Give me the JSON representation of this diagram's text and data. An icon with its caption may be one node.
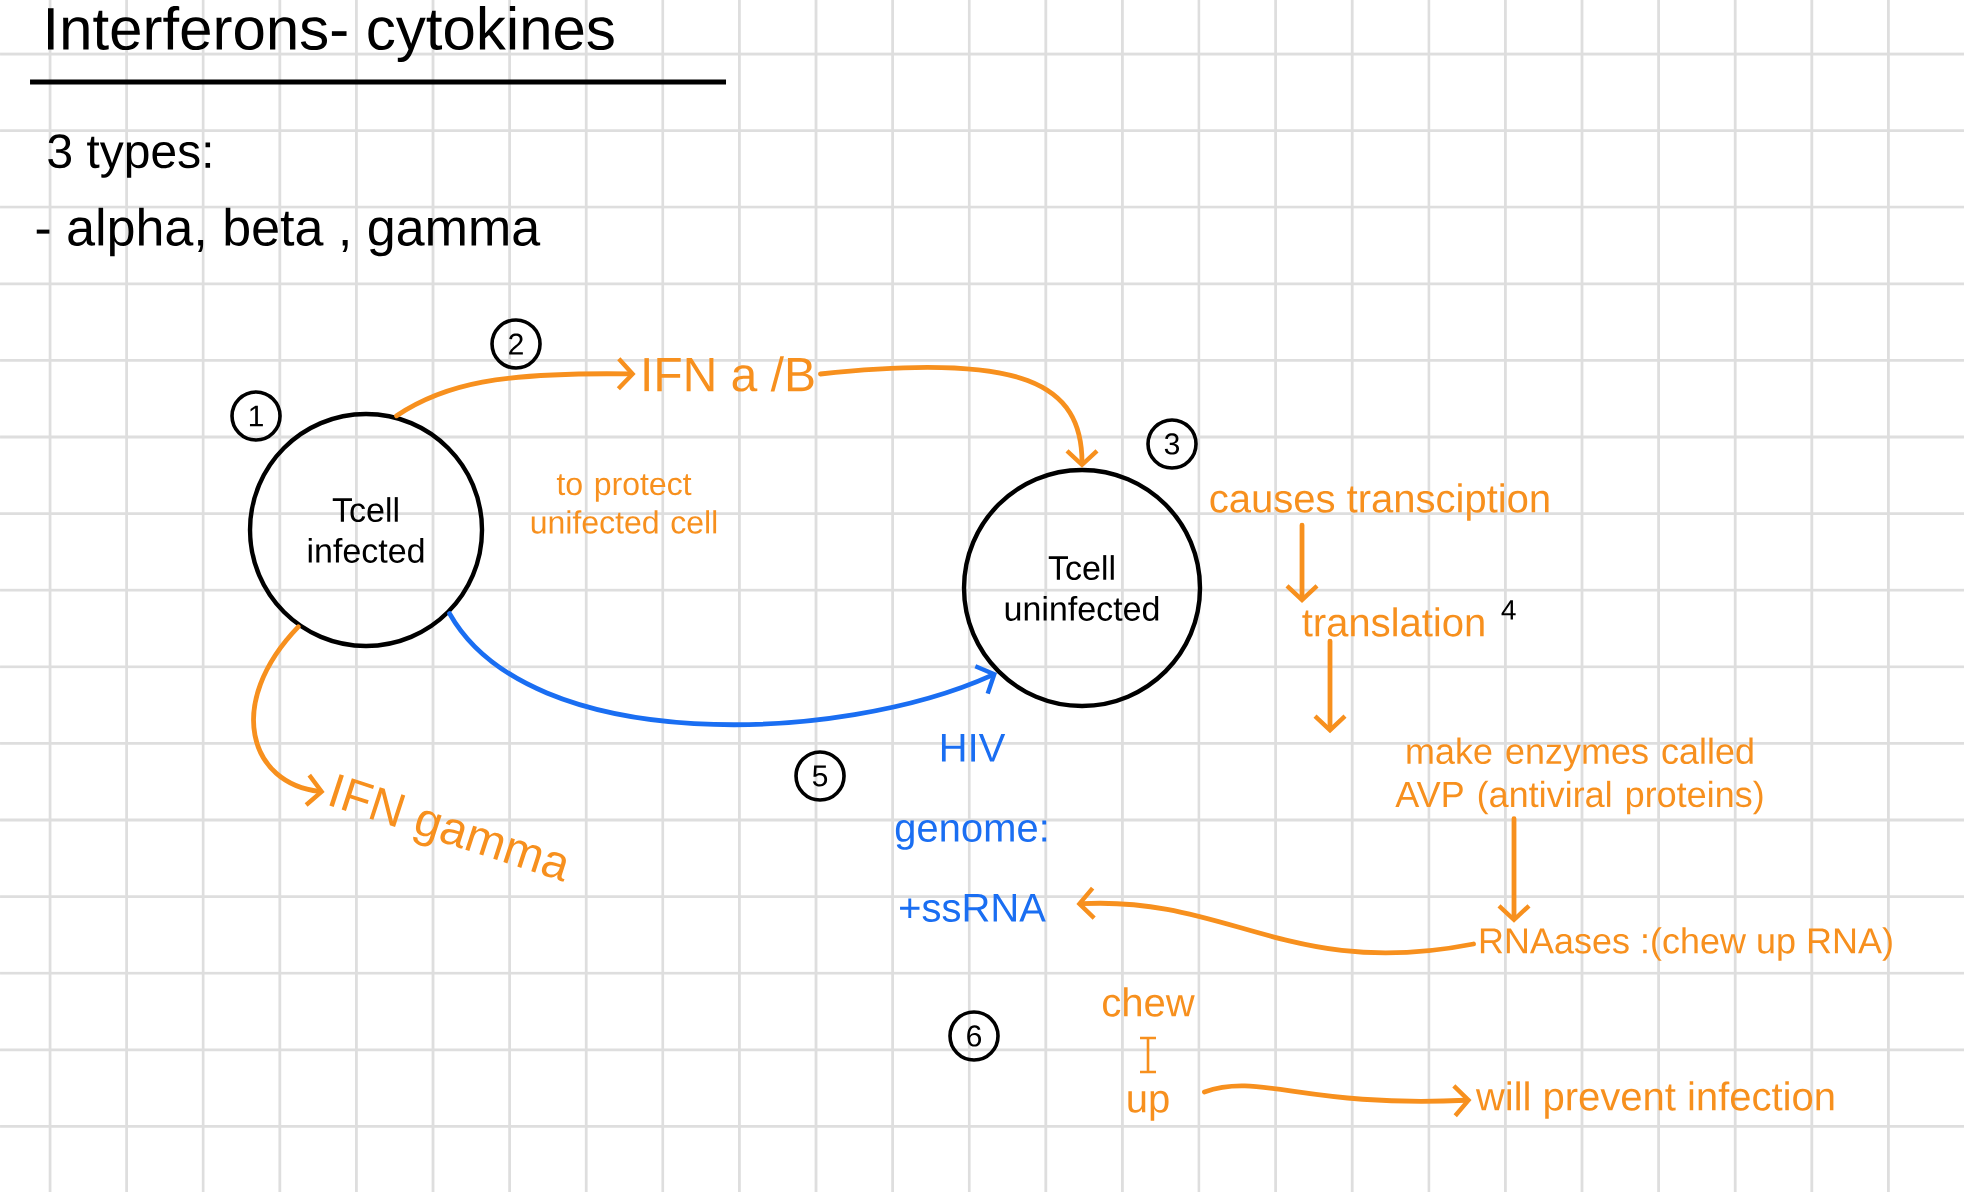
{
  "diagram": {
    "title": "Interferons- cytokines",
    "nodes": [
      {
        "text": [
          "Tcell infected"
        ],
        "beside": [
          "1"
        ]
      },
      {
        "text": [
          "IFN a /B"
        ]
      },
      {
        "text": [
          "Tcell uninfected"
        ]
      },
      {
        "text": [
          "causes transciption"
        ]
      },
      {
        "text": [
          "translation"
        ],
        "beside": [
          "4"
        ]
      },
      {
        "text": [
          "make enzymes called AVP (antiviral proteins)"
        ]
      },
      {
        "text": [
          "IFN gamma"
        ]
      },
      {
        "text": [
          "HIV genome: +ssRNA"
        ],
        "beside": [
          "5"
        ]
      },
      {
        "text": [
          "RNAases :(chew up RNA)"
        ]
      },
      {
        "text": [
          "chew up"
        ]
      },
      {
        "text": [
          "will prevent infection"
        ]
      }
    ],
    "edges": [
      {
        "from": 0,
        "to": 1,
        "arrow": "to"
      },
      {
        "from": 1,
        "to": 2,
        "arrow": "to"
      },
      {
        "from": 0,
        "to": 2,
        "arrow": "to",
        "color": "#1a6ef2"
      },
      {
        "from": 0,
        "to": 6,
        "arrow": "to"
      },
      {
        "from": 3,
        "to": 4,
        "arrow": "to"
      },
      {
        "from": 4,
        "to": 5,
        "arrow": "to"
      },
      {
        "from": 5,
        "to": 8,
        "arrow": "to"
      },
      {
        "from": 8,
        "to": 7,
        "arrow": "to"
      },
      {
        "from": 9,
        "to": 10,
        "arrow": "to"
      }
    ],
    "labels": [
      "3 types:",
      "- alpha, beta , gamma",
      "2",
      "3",
      "to protect unifected cell",
      "6"
    ]
  }
}
